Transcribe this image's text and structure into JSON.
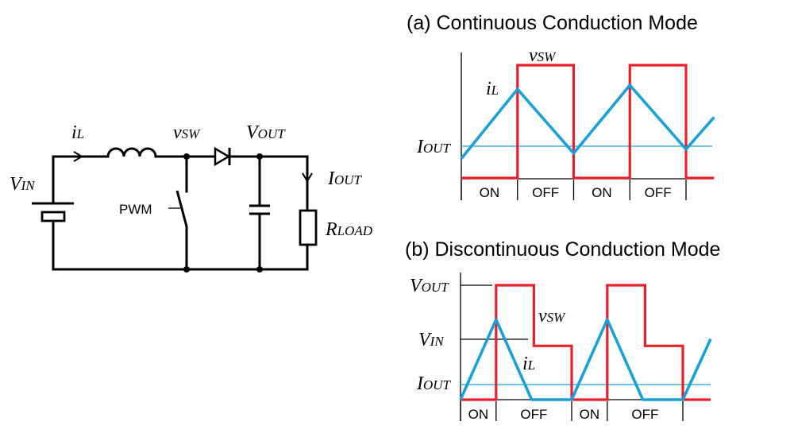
{
  "circuit": {
    "labels": {
      "inductor_current": {
        "main": "i",
        "sub": "L"
      },
      "switch_voltage": {
        "main": "v",
        "sub": "SW"
      },
      "output_voltage": {
        "main": "V",
        "sub": "OUT"
      },
      "input_voltage": {
        "main": "V",
        "sub": "IN"
      },
      "output_current": {
        "main": "I",
        "sub": "OUT"
      },
      "load_resistor": {
        "main": "R",
        "sub": "LOAD"
      },
      "switch": "PWM"
    },
    "components": [
      "battery",
      "inductor",
      "switch",
      "diode",
      "capacitor",
      "load-resistor"
    ]
  },
  "panels": {
    "ccm": {
      "title": "(a) Continuous Conduction Mode",
      "labels": {
        "vsw": {
          "main": "v",
          "sub": "SW"
        },
        "il": {
          "main": "i",
          "sub": "L"
        },
        "iout": {
          "main": "I",
          "sub": "OUT"
        }
      },
      "phases": [
        "ON",
        "OFF",
        "ON",
        "OFF"
      ]
    },
    "dcm": {
      "title": "(b) Discontinuous Conduction Mode",
      "labels": {
        "vout": {
          "main": "V",
          "sub": "OUT"
        },
        "vin": {
          "main": "V",
          "sub": "IN"
        },
        "iout": {
          "main": "I",
          "sub": "OUT"
        },
        "vsw": {
          "main": "v",
          "sub": "SW"
        },
        "il": {
          "main": "i",
          "sub": "L"
        }
      },
      "phases": [
        "ON",
        "OFF",
        "ON",
        "OFF"
      ]
    }
  },
  "colors": {
    "vsw": "#e8202a",
    "il": "#18a0dc",
    "wire": "#000000"
  },
  "chart_data": [
    {
      "type": "line",
      "title": "(a) Continuous Conduction Mode",
      "xlabel": "",
      "ylabel": "",
      "x_unit": "switching period fraction (T)",
      "phase_boundaries": [
        0,
        0.5,
        1.0,
        1.5,
        2.0,
        2.25
      ],
      "phase_labels": [
        "ON",
        "OFF",
        "ON",
        "OFF"
      ],
      "series": [
        {
          "name": "vSW",
          "x": [
            0,
            0.5,
            0.5,
            1.0,
            1.0,
            1.5,
            1.5,
            2.0,
            2.0,
            2.25
          ],
          "y": [
            0,
            0,
            1,
            1,
            0,
            0,
            1,
            1,
            0,
            0
          ]
        },
        {
          "name": "iL",
          "x": [
            0,
            0.5,
            1.0,
            1.5,
            2.0,
            2.25
          ],
          "y": [
            0.3,
            0.82,
            0.34,
            0.85,
            0.37,
            0.61
          ]
        }
      ],
      "reference_lines": [
        {
          "name": "IOUT",
          "y": 0.28
        }
      ],
      "ylim": [
        0,
        1
      ]
    },
    {
      "type": "line",
      "title": "(b) Discontinuous Conduction Mode",
      "xlabel": "",
      "ylabel": "",
      "x_unit": "switching period fraction (T)",
      "phase_boundaries": [
        0,
        0.32,
        1.0,
        1.32,
        2.0,
        2.25
      ],
      "phase_labels": [
        "ON",
        "OFF",
        "ON",
        "OFF"
      ],
      "series": [
        {
          "name": "vSW",
          "x": [
            0,
            0.32,
            0.32,
            0.66,
            0.66,
            1.0,
            1.0,
            1.32,
            1.32,
            1.66,
            1.66,
            2.0,
            2.0,
            2.25
          ],
          "y": [
            0,
            0,
            1,
            1,
            0.47,
            0.47,
            0,
            0,
            1,
            1,
            0.47,
            0.47,
            0,
            0
          ]
        },
        {
          "name": "iL",
          "x": [
            0,
            0.32,
            0.64,
            1.0,
            1.32,
            1.64,
            2.0,
            2.25
          ],
          "y": [
            0,
            0.7,
            0,
            0,
            0.7,
            0,
            0,
            0.53
          ]
        }
      ],
      "reference_lines": [
        {
          "name": "VOUT",
          "y": 1.0
        },
        {
          "name": "VIN",
          "y": 0.53
        },
        {
          "name": "IOUT",
          "y": 0.13
        }
      ],
      "ylim": [
        0,
        1
      ]
    }
  ]
}
